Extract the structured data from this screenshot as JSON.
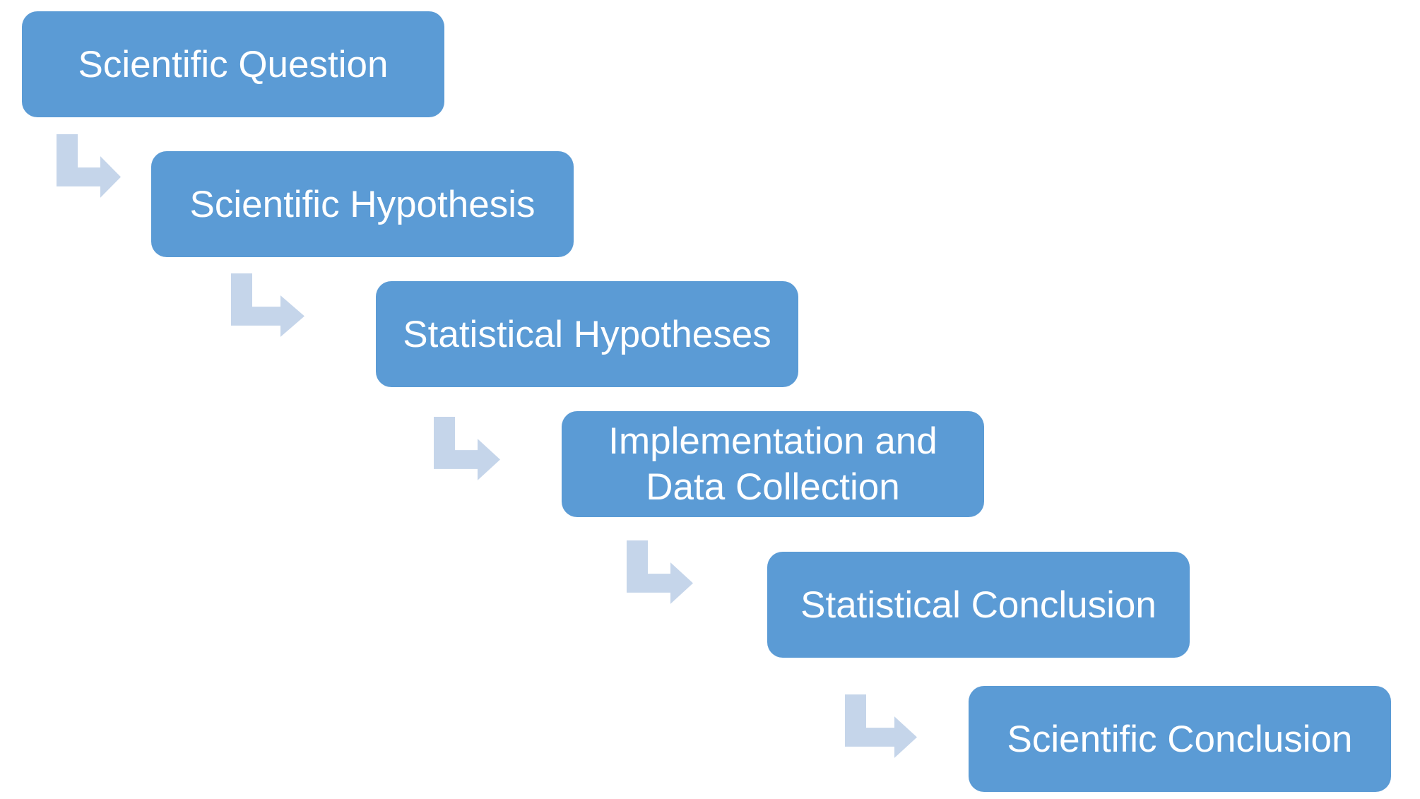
{
  "diagram": {
    "steps": [
      {
        "label": "Scientific Question"
      },
      {
        "label": "Scientific Hypothesis"
      },
      {
        "label": "Statistical Hypotheses"
      },
      {
        "label_line1": "Implementation and",
        "label_line2": "Data Collection"
      },
      {
        "label": "Statistical Conclusion"
      },
      {
        "label": "Scientific Conclusion"
      }
    ],
    "colors": {
      "box": "#5b9bd5",
      "arrow": "#c5d5ea",
      "text": "#ffffff"
    },
    "icons": [
      "bent-arrow-icon"
    ]
  }
}
